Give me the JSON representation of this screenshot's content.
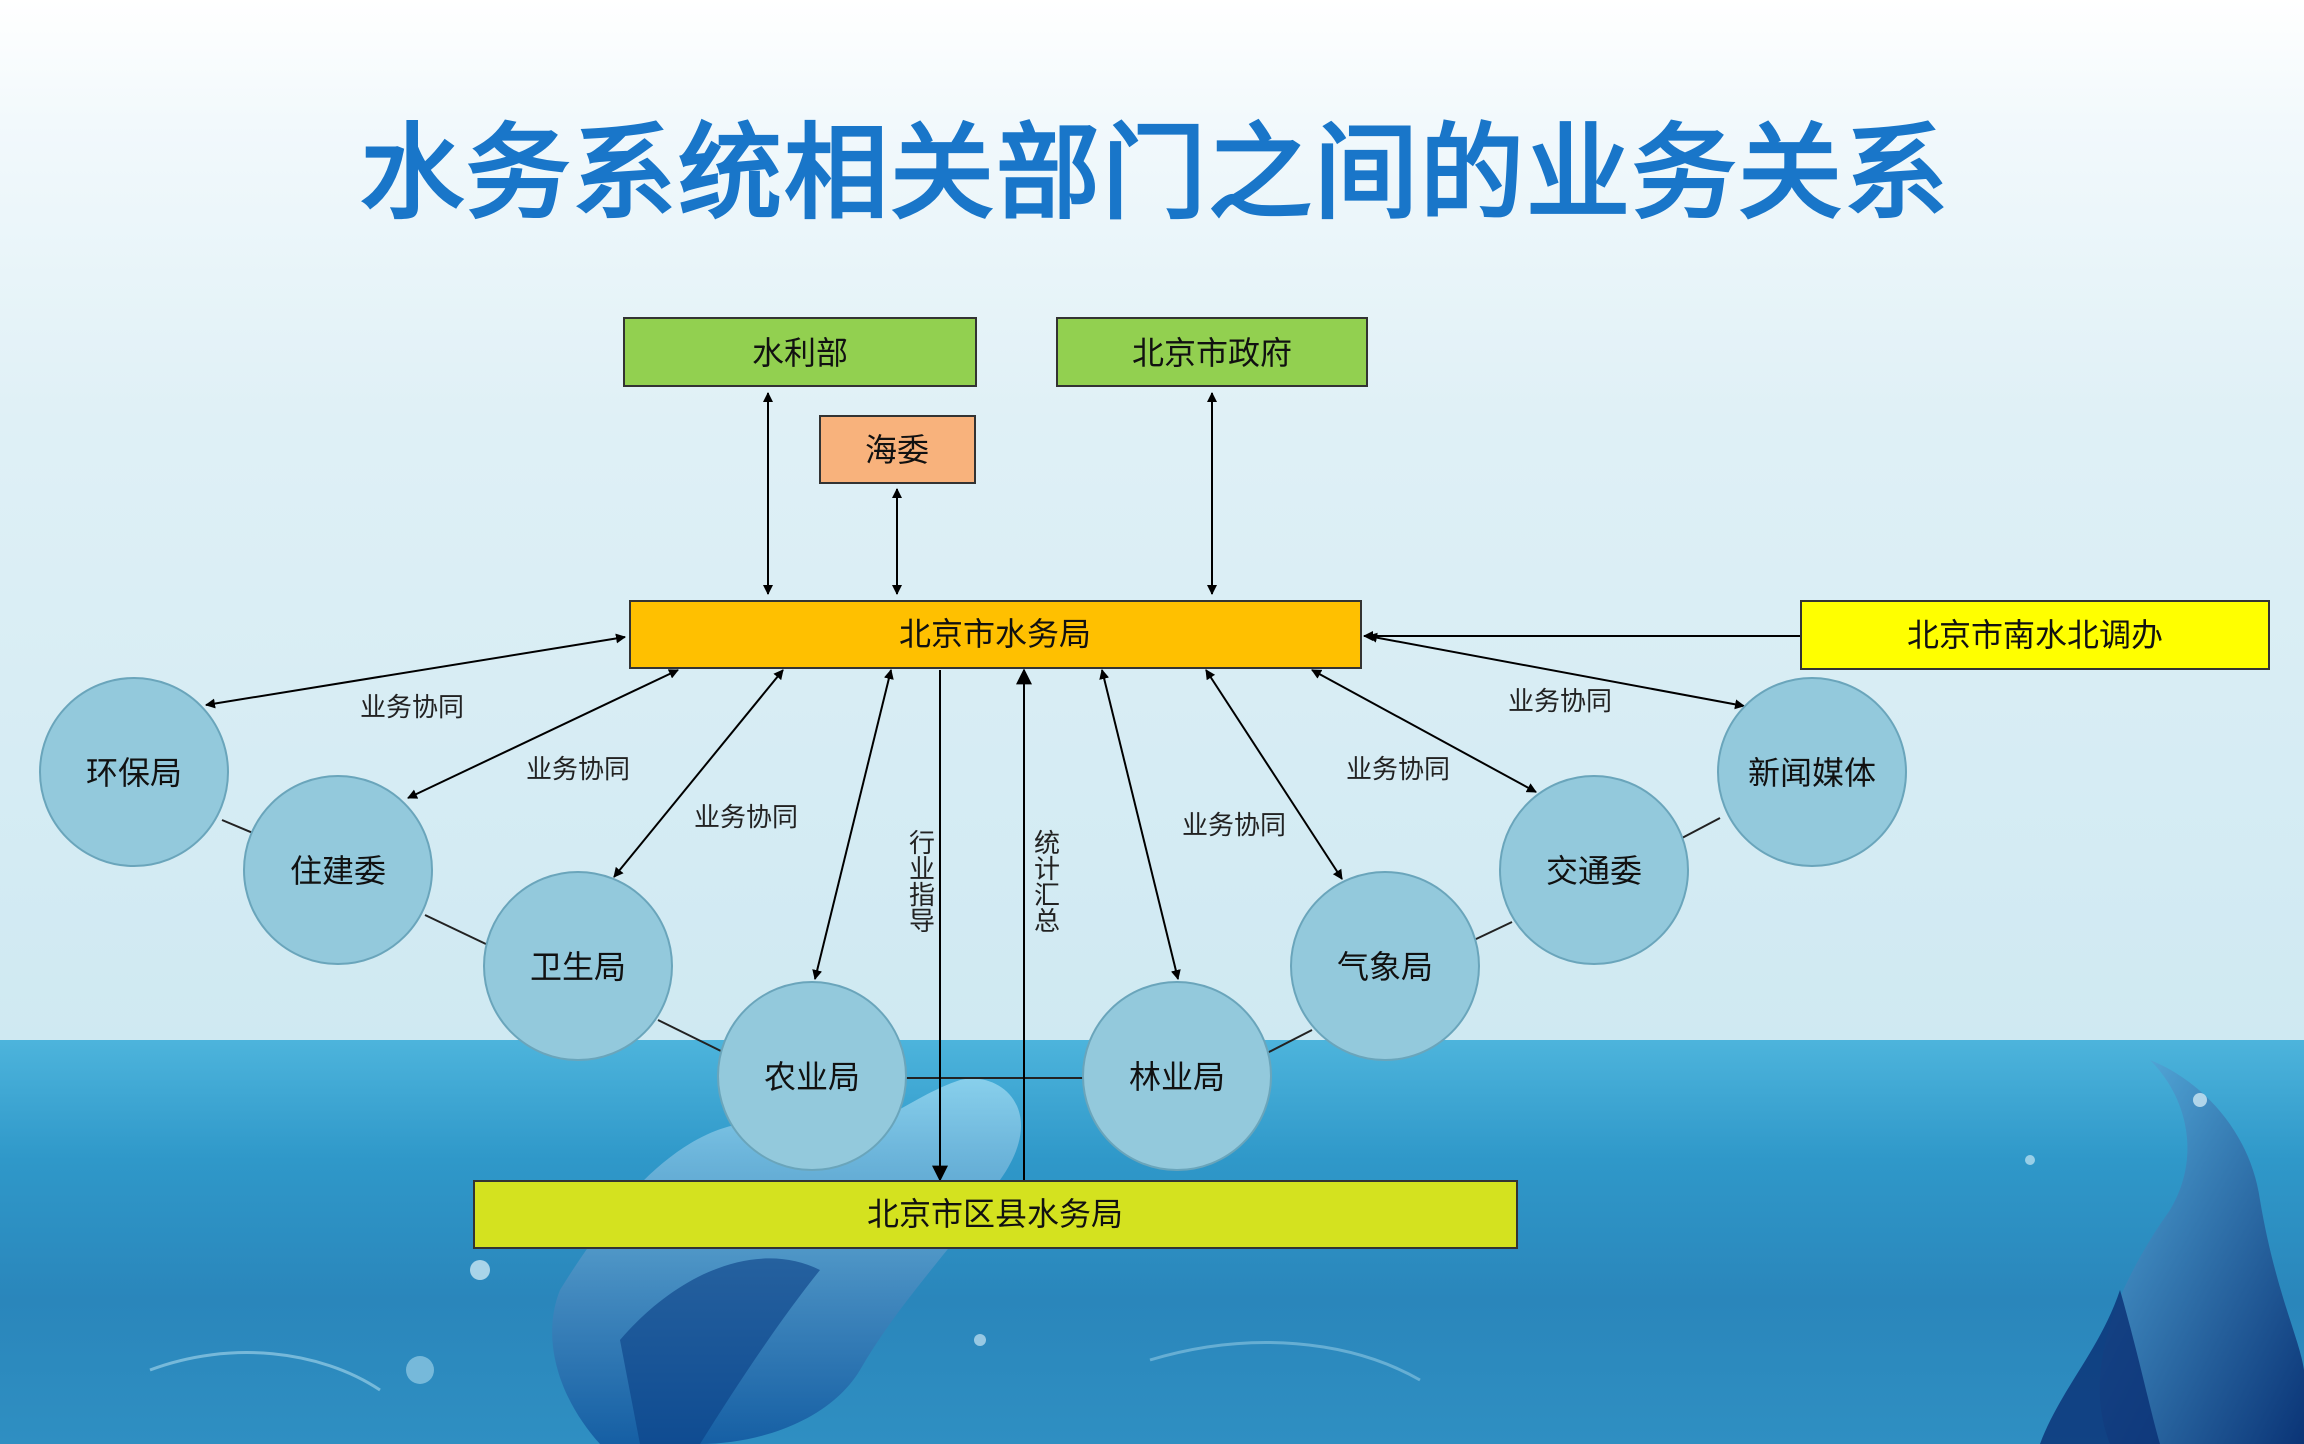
{
  "title": "水务系统相关部门之间的业务关系",
  "colors": {
    "green_box": "#92d050",
    "orange_box": "#f8b27c",
    "center_box": "#ffc000",
    "yellow_box": "#ffff00",
    "lime_box": "#d4e21f",
    "circle": "#93c9dc",
    "title": "#1976c9"
  },
  "nodes": {
    "shuilibu": "水利部",
    "shizhengfu": "北京市政府",
    "haiwei": "海委",
    "center": "北京市水务局",
    "nanshuibeidiao": "北京市南水北调办",
    "district": "北京市区县水务局",
    "huanbao": "环保局",
    "zhujian": "住建委",
    "weisheng": "卫生局",
    "nongye": "农业局",
    "linye": "林业局",
    "qixiang": "气象局",
    "jiaotong": "交通委",
    "meiti": "新闻媒体"
  },
  "edge_labels": {
    "cooperation": "业务协同",
    "guidance": "行业指导",
    "statistics": "统计汇总"
  }
}
